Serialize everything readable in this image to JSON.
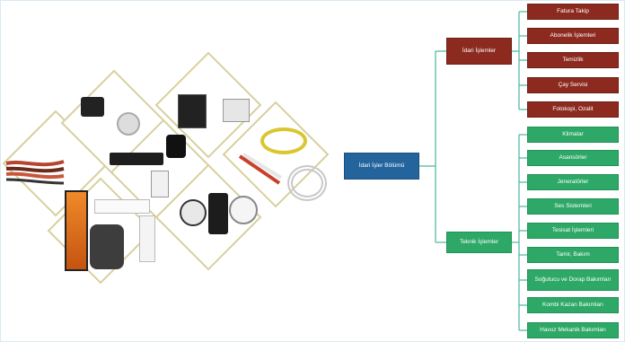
{
  "center": {
    "label": "İdari İşler Bölümü"
  },
  "idari": {
    "label": "İdari İşlemler",
    "items": [
      "Fatura Takip",
      "Abonelik İşlemleri",
      "Temizlik",
      "Çay Servisi",
      "Fotokopi, Ozalit"
    ]
  },
  "teknik": {
    "label": "Teknik İşlemler",
    "items": [
      "Klimalar",
      "Asansörler",
      "Jeneratörler",
      "Ses Sistemleri",
      "Tesisat İşlemleri",
      "Tamir, Bakım",
      "Soğutucu ve Dorap Bakımları",
      "Kombi Kazan Bakımları",
      "Havuz Mekanik Bakımları"
    ]
  },
  "colors": {
    "red": "#8d2a1f",
    "green": "#2ea866",
    "blue": "#24649d",
    "line": "#49b89a"
  }
}
